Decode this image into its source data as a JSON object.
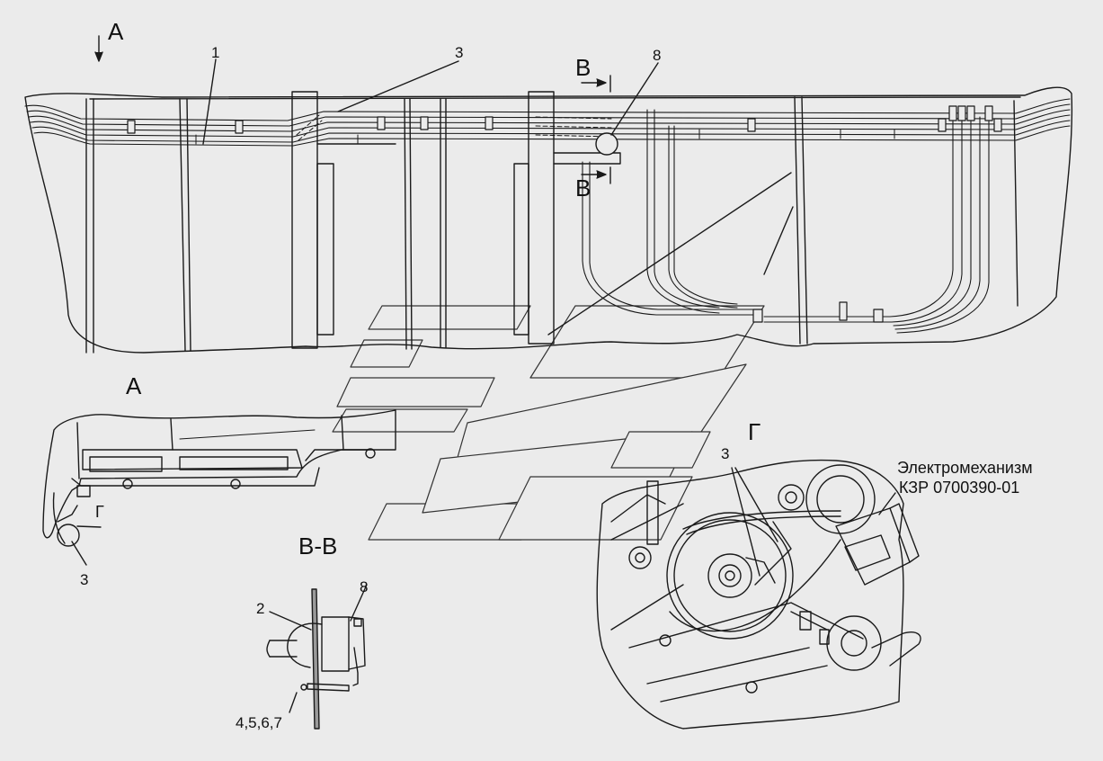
{
  "views": {
    "arrow_a": "А",
    "view_a_title": "А",
    "arrow_b_top": "В",
    "arrow_b_bottom": "В",
    "section_bb_title": "В-В",
    "view_g_title": "Г",
    "view_g_small": "Г"
  },
  "callouts": {
    "c1": "1",
    "c3_top": "3",
    "c8_top": "8",
    "c3_view_a": "3",
    "c2_section": "2",
    "c8_section": "8",
    "c4567_section": "4,5,6,7",
    "c3_view_g": "3"
  },
  "component_note": {
    "line1": "Электромеханизм",
    "line2": "КЗР 0700390-01"
  }
}
